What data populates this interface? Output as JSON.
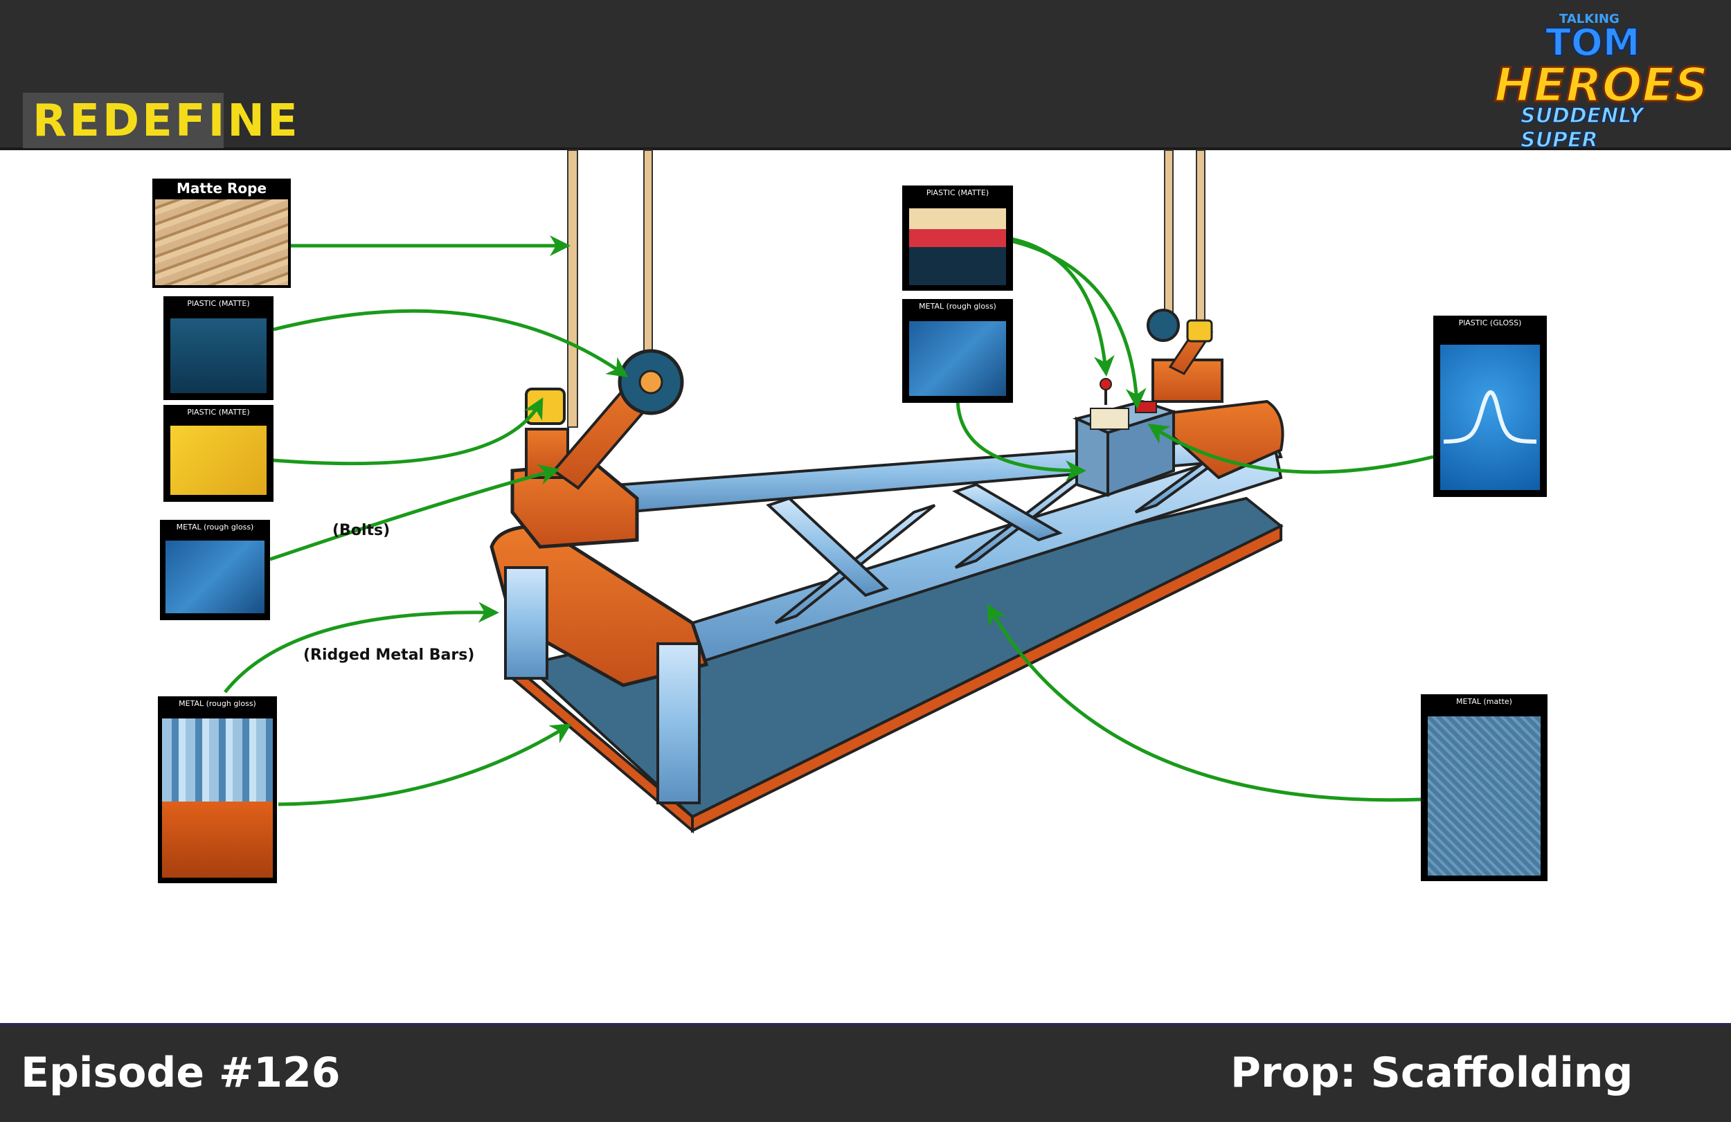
{
  "header": {
    "brand": "REDEFINE",
    "logo": {
      "line1": "TALKING",
      "line2": "TOM",
      "line3": "HEROES",
      "line4": "SUDDENLY SUPER"
    }
  },
  "footer": {
    "episode": "Episode #126",
    "prop": "Prop: Scaffolding"
  },
  "swatches": {
    "rope": "Matte Rope",
    "plastic_blue": "PlASTIC (MATTE)",
    "plastic_yellow": "PlASTIC (MATTE)",
    "metal_bolts": "METAL  (rough gloss)",
    "metal_bars": "METAL  (rough gloss)",
    "plastic_panel": "PlASTIC (MATTE)",
    "metal_panel": "METAL  (rough gloss)",
    "plastic_gloss": "PlASTIC (GLOSS)",
    "metal_matte": "METAL (matte)"
  },
  "annotations": {
    "bolts": "(Bolts)",
    "bars": "(Ridged Metal Bars)"
  },
  "colors": {
    "arrow": "#1a9a1a",
    "orange": "#e0601a",
    "steel": "#9cc8ec",
    "bar_bg": "#2d2d2d",
    "brand_yellow": "#f5dc1a"
  }
}
